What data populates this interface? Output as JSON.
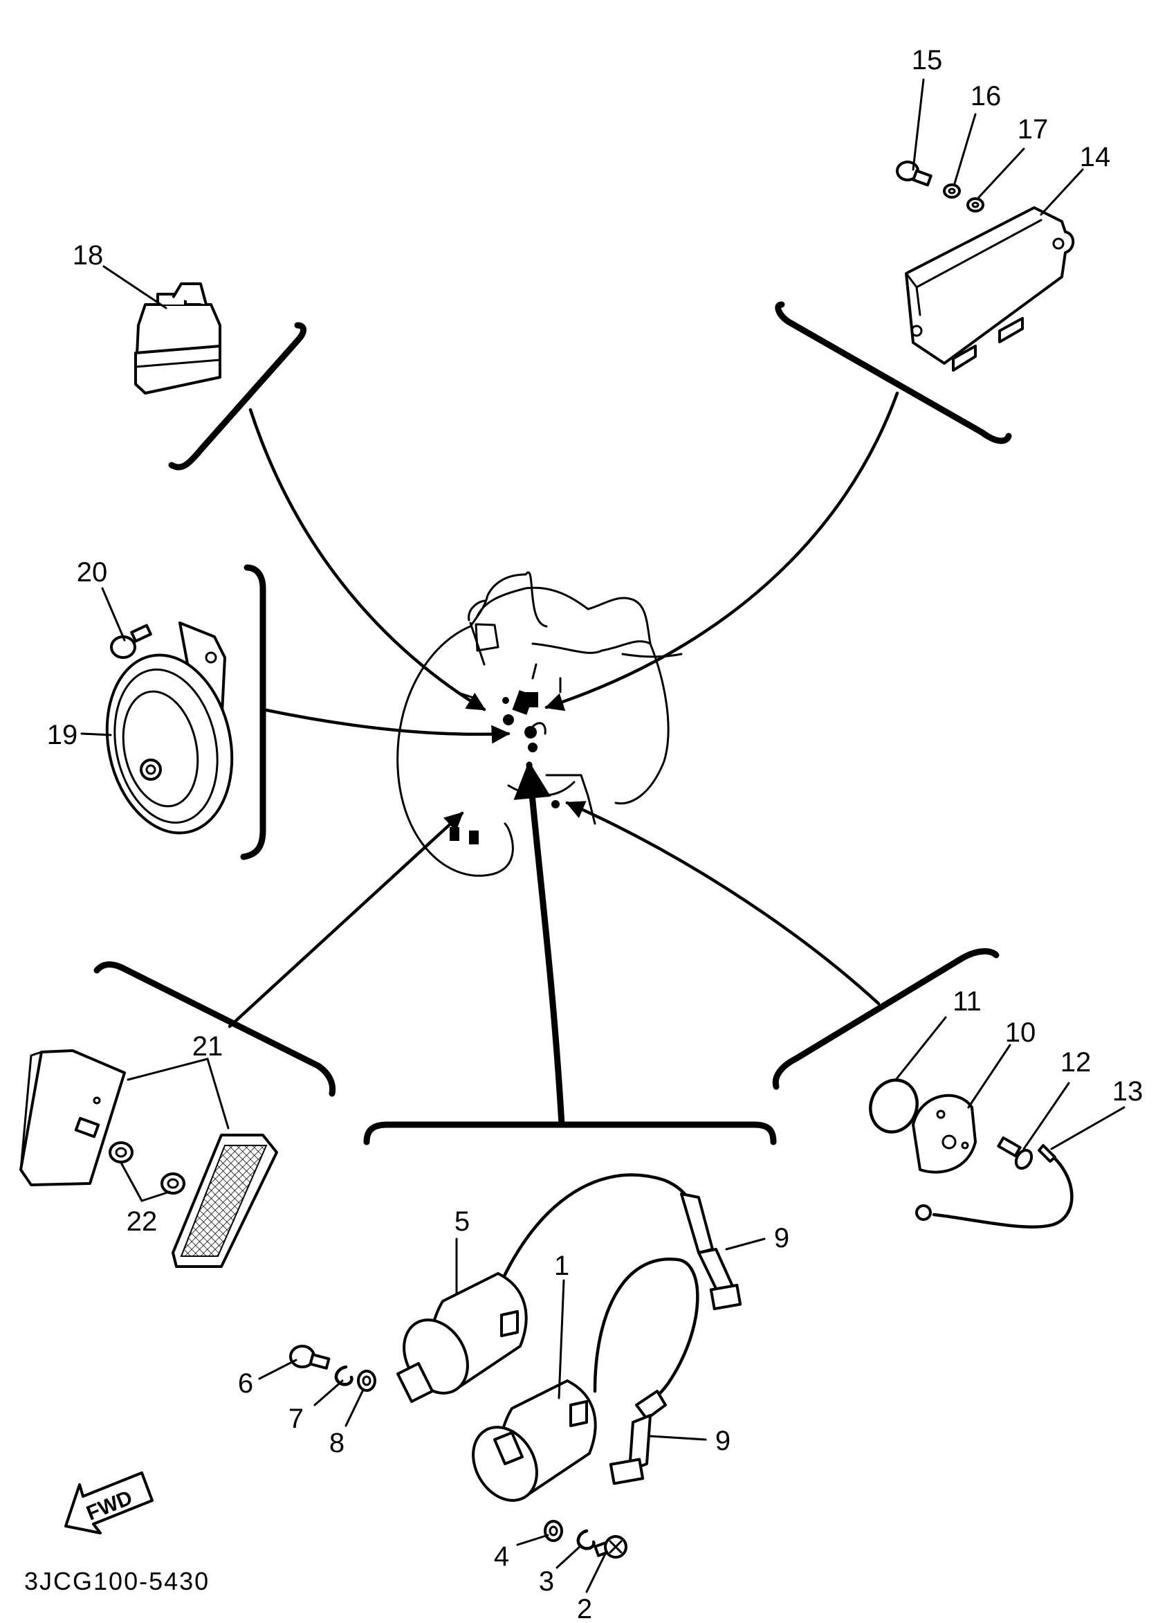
{
  "figure_code": "3JCG100-5430",
  "fwd_label": "FWD",
  "callouts": {
    "c1": "1",
    "c2": "2",
    "c3": "3",
    "c4": "4",
    "c5": "5",
    "c6": "6",
    "c7": "7",
    "c8": "8",
    "c9a": "9",
    "c9b": "9",
    "c10": "10",
    "c11": "11",
    "c12": "12",
    "c13": "13",
    "c14": "14",
    "c15": "15",
    "c16": "16",
    "c17": "17",
    "c18": "18",
    "c19": "19",
    "c20": "20",
    "c21": "21",
    "c22": "22"
  }
}
